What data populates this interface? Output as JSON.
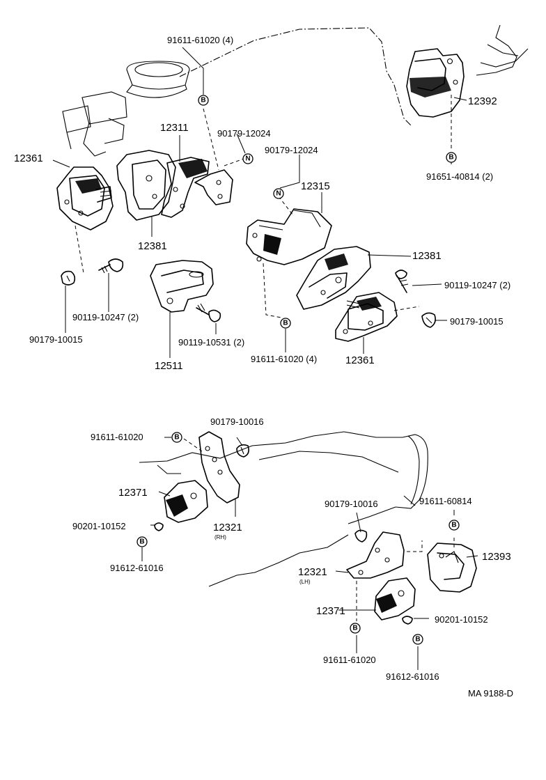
{
  "diagram_code": "MA 9188-D",
  "labels": {
    "p1": "91611-61020 (4)",
    "p2": "12392",
    "p3": "91651-40814 (2)",
    "p4": "12311",
    "p5": "90179-12024",
    "p6": "90179-12024",
    "p7": "12361",
    "p8": "12315",
    "p9": "12381",
    "p10": "12381",
    "p11": "90119-10247 (2)",
    "p12": "90119-10247 (2)",
    "p13": "90179-10015",
    "p14": "90179-10015",
    "p15": "90119-10531 (2)",
    "p16": "12511",
    "p17": "91611-61020 (4)",
    "p18": "12361",
    "p19": "91611-61020",
    "p20": "90179-10016",
    "p21": "12371",
    "p22": "90201-10152",
    "p23": "12321",
    "p24": "(RH)",
    "p25": "91612-61016",
    "p26": "90179-10016",
    "p27": "91611-60814",
    "p28": "12393",
    "p29": "12321",
    "p30": "(LH)",
    "p31": "12371",
    "p32": "90201-10152",
    "p33": "91611-61020",
    "p34": "91612-61016"
  },
  "symbols": {
    "bolt": "B",
    "nut": "N"
  }
}
